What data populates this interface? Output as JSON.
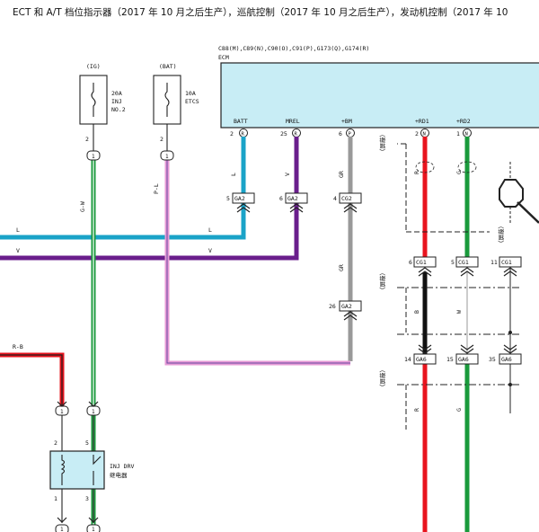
{
  "header": {
    "title": "ECT 和 A/T 档位指示器（2017 年 10 月之后生产），巡航控制（2017 年 10 月之后生产），发动机控制（2017 年 10"
  },
  "ecm": {
    "codes": "C88(M),C89(N),C90(O),C91(P),G173(Q),G174(R)",
    "name": "ECM",
    "pins": [
      {
        "label": "BATT",
        "num": "2",
        "letter": "R"
      },
      {
        "label": "MREL",
        "num": "25",
        "letter": "R"
      },
      {
        "label": "+BM",
        "num": "6",
        "letter": "P"
      },
      {
        "label": "+RD1",
        "num": "2",
        "letter": "N"
      },
      {
        "label": "+RD2",
        "num": "1",
        "letter": "N"
      }
    ]
  },
  "fuses": [
    {
      "source": "(IG)",
      "rating": "20A",
      "name1": "INJ",
      "name2": "NO.2",
      "pin": "2",
      "conn": "1"
    },
    {
      "source": "(BAT)",
      "rating": "10A",
      "name1": "ETCS",
      "name2": "",
      "pin": "2",
      "conn": "1"
    }
  ],
  "wire_labels": {
    "l": "L",
    "v": "V",
    "gr": "GR",
    "r": "R",
    "g": "G",
    "gw": "G-W",
    "pl": "P-L",
    "rb": "R-B",
    "b": "B",
    "w": "W"
  },
  "connectors": {
    "ga2_5": {
      "num": "5",
      "name": "GA2"
    },
    "ga2_6": {
      "num": "6",
      "name": "GA2"
    },
    "cg2_4": {
      "num": "4",
      "name": "CG2"
    },
    "ga2_26": {
      "num": "26",
      "name": "GA2"
    },
    "cg1_6": {
      "num": "6",
      "name": "CG1"
    },
    "cg1_5": {
      "num": "5",
      "name": "CG1"
    },
    "cg1_11": {
      "num": "11",
      "name": "CG1"
    },
    "ga6_14": {
      "num": "14",
      "name": "GA6"
    },
    "ga6_15": {
      "num": "15",
      "name": "GA6"
    },
    "ga6_35": {
      "num": "35",
      "name": "GA6"
    }
  },
  "shield_label": "（屏蔽）",
  "relay": {
    "name1": "INJ DRV",
    "name2": "继电器",
    "pin_tl": "2",
    "pin_tr": "5",
    "pin_bl": "1",
    "pin_br": "3",
    "conn": "1"
  },
  "colors": {
    "blue": "#1aa3c8",
    "purple": "#6a1e8c",
    "gray": "#999999",
    "red": "#e8141e",
    "green": "#1a9a3c",
    "pink": "#e79ad6",
    "ecm_fill": "#c8edf5"
  }
}
